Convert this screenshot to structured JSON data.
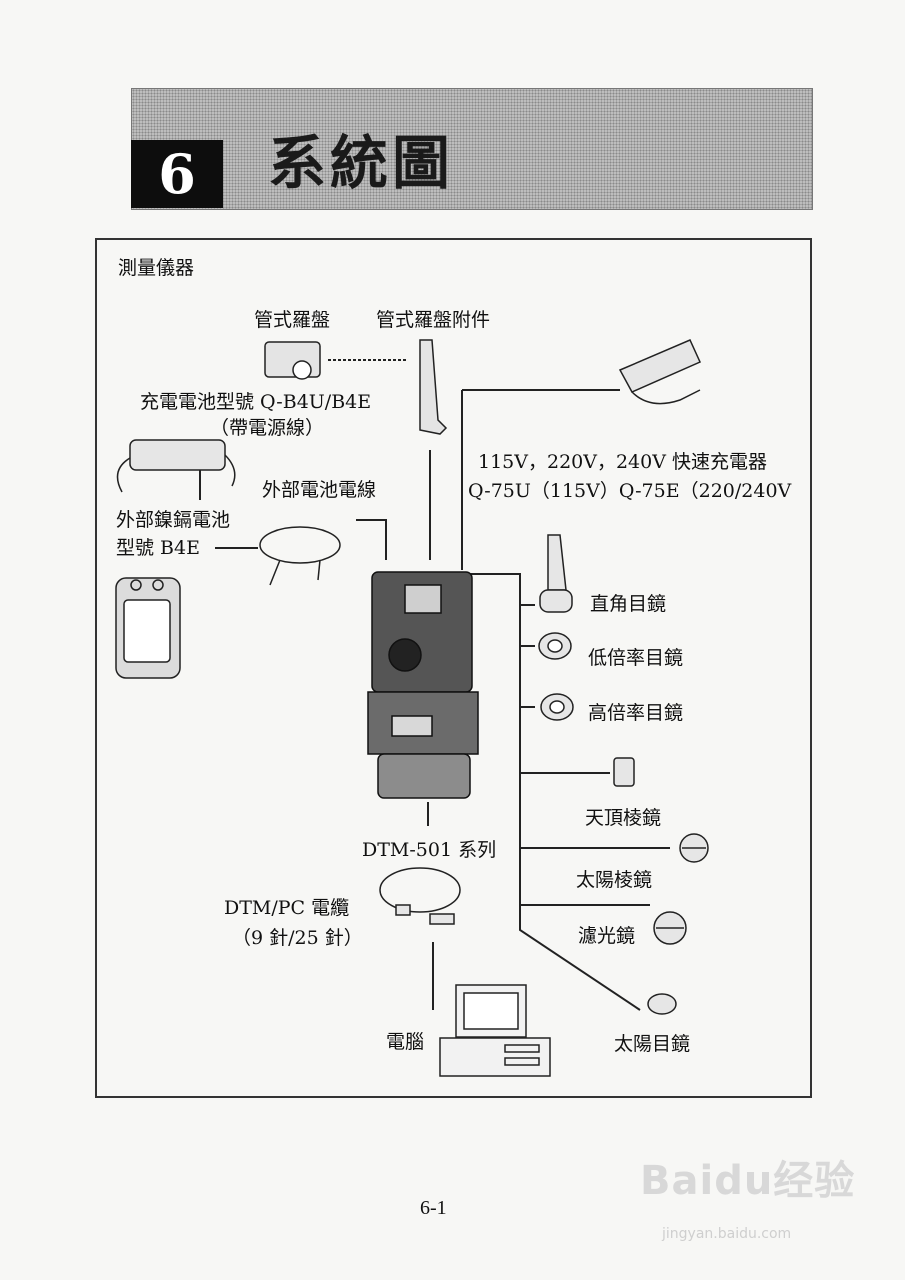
{
  "header": {
    "chapter_number": "6",
    "chapter_title": "系統圖"
  },
  "diagram": {
    "section_label": "測量儀器",
    "labels": {
      "tube_compass": "管式羅盤",
      "tube_compass_accessory": "管式羅盤附件",
      "charger_battery_line1": "充電電池型號 Q-B4U/B4E",
      "charger_battery_line2": "（帶電源線）",
      "fast_charger_line1": "115V，220V，240V 快速充電器",
      "fast_charger_line2": "Q-75U（115V）Q-75E（220/240V",
      "ext_battery_cable": "外部電池電線",
      "ext_nicd_line1": "外部鎳鎘電池",
      "ext_nicd_line2": "型號 B4E",
      "right_angle_eyepiece": "直角目鏡",
      "low_mag_eyepiece": "低倍率目鏡",
      "high_mag_eyepiece": "高倍率目鏡",
      "zenith_prism": "天頂棱鏡",
      "solar_prism": "太陽棱鏡",
      "filter": "濾光鏡",
      "solar_eyepiece": "太陽目鏡",
      "instrument": "DTM-501 系列",
      "pc_cable_line1": "DTM/PC 電纜",
      "pc_cable_line2": "（9 針/25 針）",
      "computer": "電腦"
    }
  },
  "footer": {
    "page_number": "6-1"
  },
  "watermark": {
    "logo": "Baidu经验",
    "url": "jingyan.baidu.com"
  }
}
